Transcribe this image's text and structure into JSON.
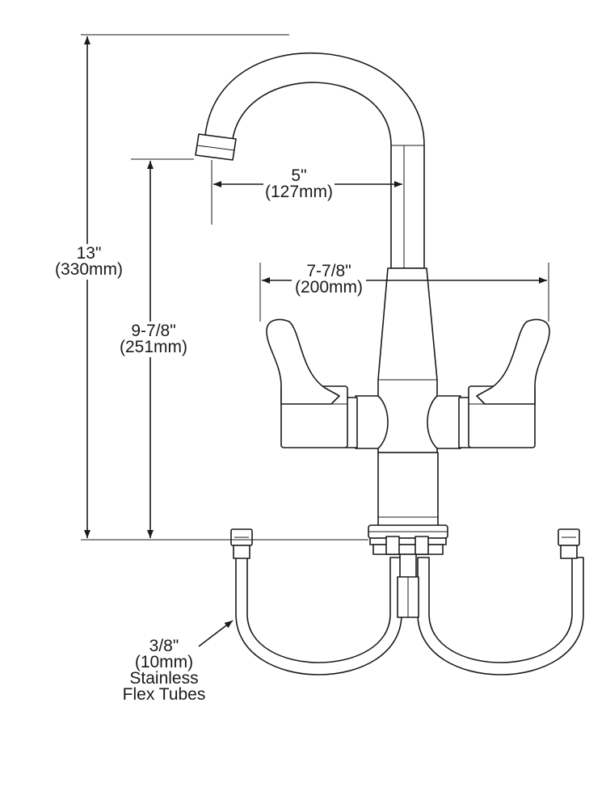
{
  "dimensions": {
    "overall_height": {
      "imperial": "13\"",
      "metric": "(330mm)"
    },
    "spout_height": {
      "imperial": "9-7/8\"",
      "metric": "(251mm)"
    },
    "spout_reach": {
      "imperial": "5\"",
      "metric": "(127mm)"
    },
    "handle_span": {
      "imperial": "7-7/8\"",
      "metric": "(200mm)"
    }
  },
  "callout": {
    "line1": "3/8\"",
    "line2": "(10mm)",
    "line3": "Stainless",
    "line4": "Flex Tubes"
  }
}
